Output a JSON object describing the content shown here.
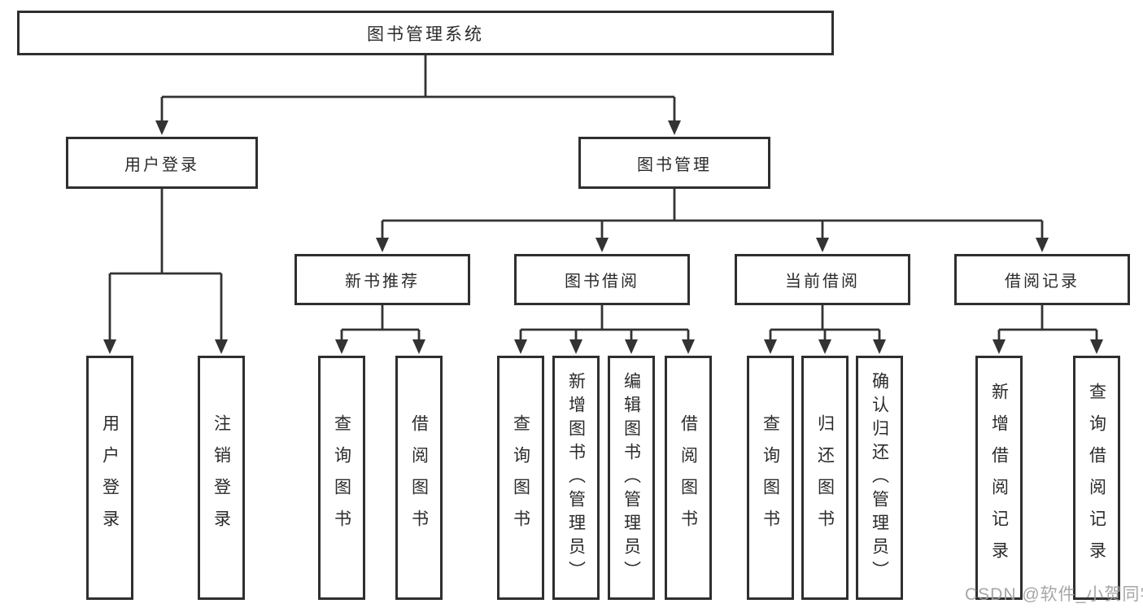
{
  "title": {
    "label": "图书管理系统"
  },
  "level2": [
    {
      "label": "用户登录"
    },
    {
      "label": "图书管理"
    }
  ],
  "level3": [
    {
      "label": "新书推荐"
    },
    {
      "label": "图书借阅"
    },
    {
      "label": "当前借阅"
    },
    {
      "label": "借阅记录"
    }
  ],
  "login_children": [
    {
      "label": "用户登录"
    },
    {
      "label": "注销登录"
    }
  ],
  "recommend_children": [
    {
      "label": "查询图书"
    },
    {
      "label": "借阅图书"
    }
  ],
  "borrow_children": [
    {
      "label": "查询图书"
    },
    {
      "label": "新增图书（管理员）"
    },
    {
      "label": "编辑图书（管理员）"
    },
    {
      "label": "借阅图书"
    }
  ],
  "current_children": [
    {
      "label": "查询图书"
    },
    {
      "label": "归还图书"
    },
    {
      "label": "确认归还（管理员）"
    }
  ],
  "records_children": [
    {
      "label": "新增借阅记录"
    },
    {
      "label": "查询借阅记录"
    }
  ],
  "watermark": {
    "text": "CSDN @软件_小贺同学"
  },
  "colors": {
    "line": "#333333",
    "box_border": "#2f2f2f",
    "text": "#2b2b2b",
    "watermark": "#b0b0b0",
    "background": "#ffffff"
  }
}
